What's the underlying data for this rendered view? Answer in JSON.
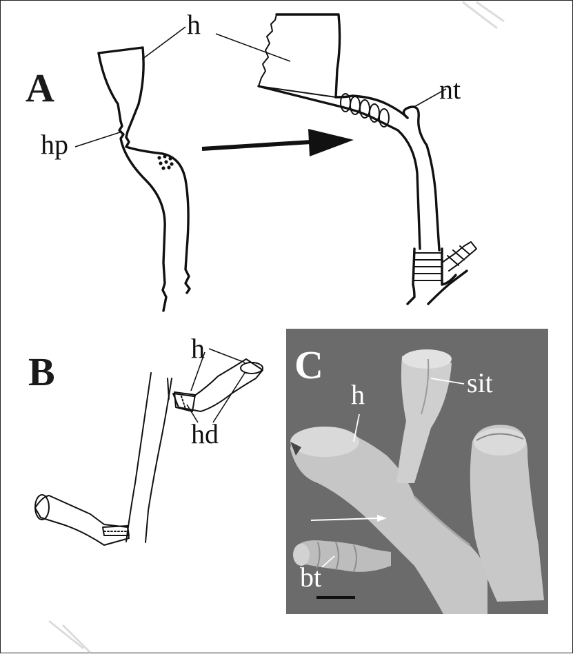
{
  "panels": {
    "a": {
      "letter": "A",
      "labels": {
        "h": "h",
        "hp": "hp",
        "nt": "nt"
      }
    },
    "b": {
      "letter": "B",
      "labels": {
        "h": "h",
        "hd": "hd"
      }
    },
    "c": {
      "letter": "C",
      "labels": {
        "h": "h",
        "sit": "sit",
        "bt": "bt"
      }
    }
  },
  "colors": {
    "ink": "#111111",
    "sem_background": "#6b6b6b",
    "sem_tube": "#c9c9c9"
  }
}
